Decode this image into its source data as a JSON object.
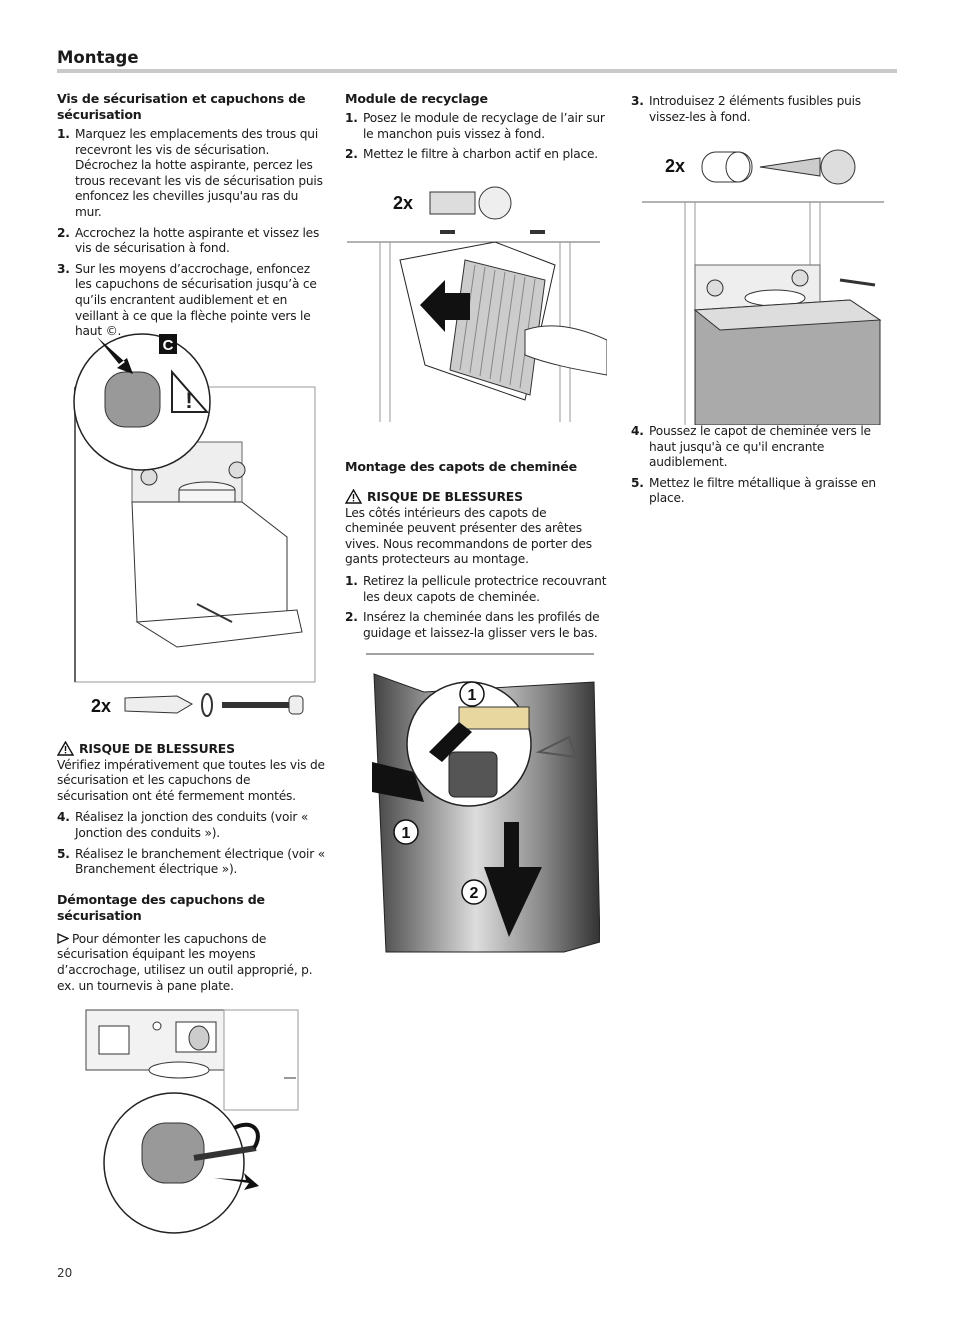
{
  "header": {
    "title": "Montage"
  },
  "col1": {
    "section1_title": "Vis de sécurisation et capuchons de sécurisation",
    "steps": [
      {
        "num": "1.",
        "text": "Marquez les emplacements des trous qui recevront les vis de sécurisation. Décrochez la hotte aspirante, percez les trous recevant les vis de sécurisation puis enfoncez les chevilles jusqu'au ras du mur."
      },
      {
        "num": "2.",
        "text": "Accrochez la hotte aspirante et vissez les vis de sécurisation à fond."
      },
      {
        "num": "3.",
        "text": "Sur les moyens d’accrochage, enfoncez les capuchons de sécurisation jusqu’à ce qu’ils encrantent audiblement et en veillant à ce que la flèche pointe vers le haut ©."
      }
    ],
    "figure1_letter": "C",
    "figure1_count": "2x",
    "warning_label": "RISQUE DE BLESSURES",
    "warning_text": "Vérifiez impérativement que toutes les vis de sécurisation et les capuchons de sécurisation ont été fermement montés.",
    "steps2": [
      {
        "num": "4.",
        "text": "Réalisez la jonction des conduits (voir « Jonction des conduits »)."
      },
      {
        "num": "5.",
        "text": "Réalisez le branchement électrique (voir « Branchement électrique »)."
      }
    ],
    "section2_title": "Démontage des capuchons de sécurisation",
    "tip_text": "Pour démonter les capuchons de sécurisation équipant les moyens d’accrochage, utilisez un outil approprié, p. ex. un tournevis à pane plate."
  },
  "col2": {
    "section_title": "Module de recyclage",
    "steps": [
      {
        "num": "1.",
        "text": "Posez le module de recyclage de l’air sur le manchon puis vissez à fond."
      },
      {
        "num": "2.",
        "text": "Mettez le filtre à charbon actif en place."
      }
    ],
    "figure_count": "2x",
    "section2_title": "Montage des capots de cheminée",
    "warning_label": "RISQUE DE BLESSURES",
    "warning_text": "Les côtés intérieurs des capots de cheminée peuvent présenter des arêtes vives. Nous recommandons de porter des gants protecteurs au montage.",
    "steps2": [
      {
        "num": "1.",
        "text": "Retirez la pellicule protectrice recouvrant les deux capots de cheminée."
      },
      {
        "num": "2.",
        "text": "Insérez la cheminée dans les profilés de guidage et laissez-la glisser vers le bas."
      }
    ],
    "figure2_callout1": "1",
    "figure2_callout1b": "1",
    "figure2_callout2": "2"
  },
  "col3": {
    "steps": [
      {
        "num": "3.",
        "text": "Introduisez 2 éléments fusibles puis vissez-les à fond."
      }
    ],
    "figure_count": "2x",
    "steps2": [
      {
        "num": "4.",
        "text": "Poussez le capot de cheminée vers le haut jusqu'à ce qu'il encrante audiblement."
      },
      {
        "num": "5.",
        "text": "Mettez le filtre métallique à graisse en place."
      }
    ]
  },
  "footer": {
    "page_number": "20"
  }
}
